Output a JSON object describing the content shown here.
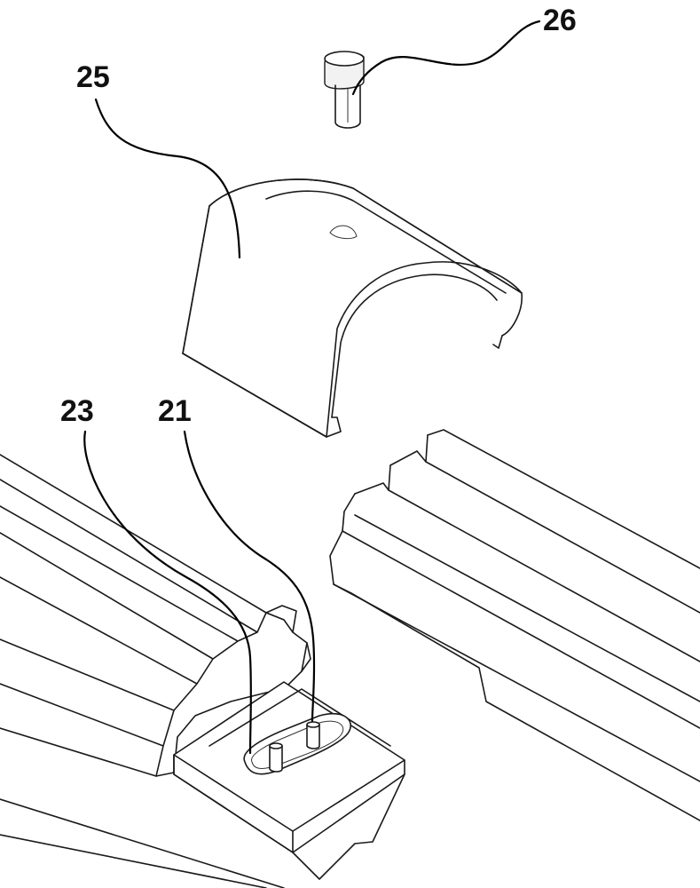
{
  "figure": {
    "labels": {
      "screw": "26",
      "half_shell_cover": "25",
      "terminal_seal": "23",
      "terminal_pins": "21"
    }
  },
  "colors": {
    "line": "#1a1a1a",
    "background": "#ffffff"
  }
}
